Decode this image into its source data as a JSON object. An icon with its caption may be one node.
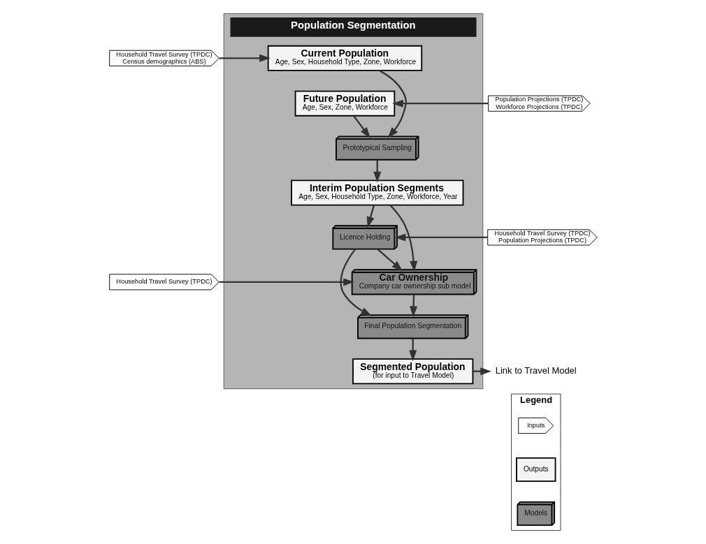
{
  "diagram": {
    "nodes": [
      {
        "text": [
          "Population Segmentation"
        ]
      },
      {
        "text": [
          "Household Travel Survey (TPDC)",
          "Census demographics (ABS)"
        ]
      },
      {
        "text": [
          "Current Population",
          "Age, Sex, Household Type, Zone, Workforce"
        ],
        "in": 0
      },
      {
        "text": [
          "Future Population",
          "Age, Sex, Zone, Workforce"
        ],
        "in": 0
      },
      {
        "text": [
          "Population Projections (TPDC)",
          "Workforce Projections (TPDC)"
        ]
      },
      {
        "text": [
          "Prototypical Sampling"
        ],
        "in": 0
      },
      {
        "text": [
          "Interim Population Segments",
          "Age, Sex, Household Type, Zone, Workforce, Year"
        ],
        "in": 0
      },
      {
        "text": [
          "Household Travel Survey (TPDC)",
          "Population Projections (TPDC)"
        ]
      },
      {
        "text": [
          "Licence Holding"
        ],
        "in": 0
      },
      {
        "text": [
          "Household Travel Survey (TPDC)"
        ]
      },
      {
        "text": [
          "Car Ownership",
          "Company car ownership sub model"
        ],
        "in": 0
      },
      {
        "text": [
          "Final Population Segmentation"
        ],
        "in": 0
      },
      {
        "text": [
          "Segmented Population",
          "(for input to Travel Model)"
        ],
        "in": 0
      },
      {
        "text": [
          "Link to Travel Model"
        ]
      },
      {
        "text": [
          "Legend"
        ]
      },
      {
        "text": [
          "Inputs"
        ],
        "in": 14
      },
      {
        "text": [
          "Outputs"
        ],
        "in": 14
      },
      {
        "text": [
          "Models"
        ],
        "in": 14
      }
    ],
    "edges": [
      {
        "from": 1,
        "to": 2,
        "arrow": "to"
      },
      {
        "from": 4,
        "to": 3,
        "arrow": "to"
      },
      {
        "from": 2,
        "to": 5,
        "arrow": "to"
      },
      {
        "from": 3,
        "to": 5,
        "arrow": "to"
      },
      {
        "from": 5,
        "to": 6,
        "arrow": "to"
      },
      {
        "from": 6,
        "to": 10,
        "arrow": "to"
      },
      {
        "from": 6,
        "to": 8,
        "arrow": "to"
      },
      {
        "from": 7,
        "to": 8,
        "arrow": "to"
      },
      {
        "from": 8,
        "to": 10,
        "arrow": "to"
      },
      {
        "from": 8,
        "to": 11,
        "arrow": "to"
      },
      {
        "from": 9,
        "to": 10,
        "arrow": "to"
      },
      {
        "from": 10,
        "to": 11,
        "arrow": "to"
      },
      {
        "from": 11,
        "to": 12,
        "arrow": "to"
      },
      {
        "from": 12,
        "to": 13,
        "arrow": "to"
      }
    ]
  }
}
